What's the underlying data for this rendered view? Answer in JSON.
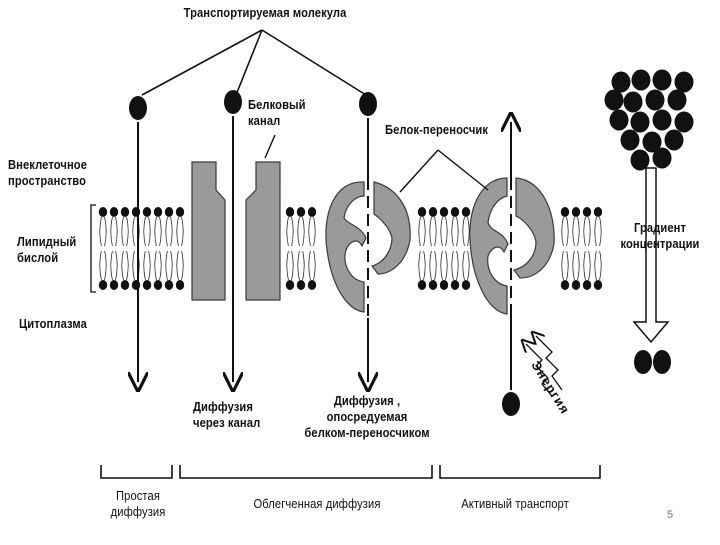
{
  "labels": {
    "transported_molecule": "Транспортируемая молекула",
    "protein_channel": "Белковый\nканал",
    "carrier_protein": "Белок-переносчик",
    "extracellular": "Внеклеточное\nпространство",
    "lipid_bilayer": "Липидный\nбислой",
    "cytoplasm": "Цитоплазма",
    "channel_diffusion": "Диффузия\nчерез канал",
    "carrier_diffusion": "Диффузия ,\nопосредуемая\nбелком-переносчиком",
    "concentration_gradient": "Градиент\nконцентрации",
    "energy": "Энергия"
  },
  "categories": {
    "simple": "Простая\nдиффузия",
    "facilitated": "Облегченная диффузия",
    "active": "Активный транспорт"
  },
  "slide_number": "5",
  "colors": {
    "ink": "#111111",
    "protein_fill": "#9a9a9a",
    "protein_stroke": "#3a3a3a",
    "background": "#ffffff"
  }
}
